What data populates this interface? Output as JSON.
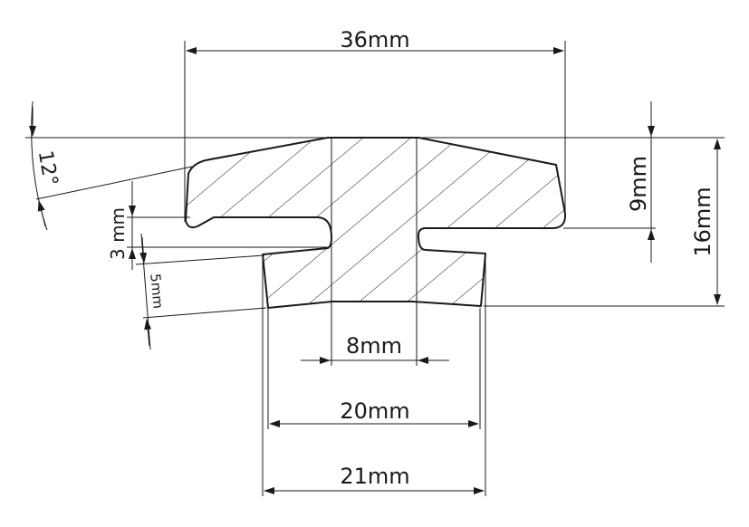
{
  "dimensions": {
    "top_width": "36mm",
    "slot_gap": "8mm",
    "bottom_inner_width": "20mm",
    "bottom_outer_width": "21mm",
    "right_upper_height": "9mm",
    "total_height": "16mm",
    "slot_height": "3 mm",
    "lower_lip": "5mm",
    "angle": "12°"
  }
}
